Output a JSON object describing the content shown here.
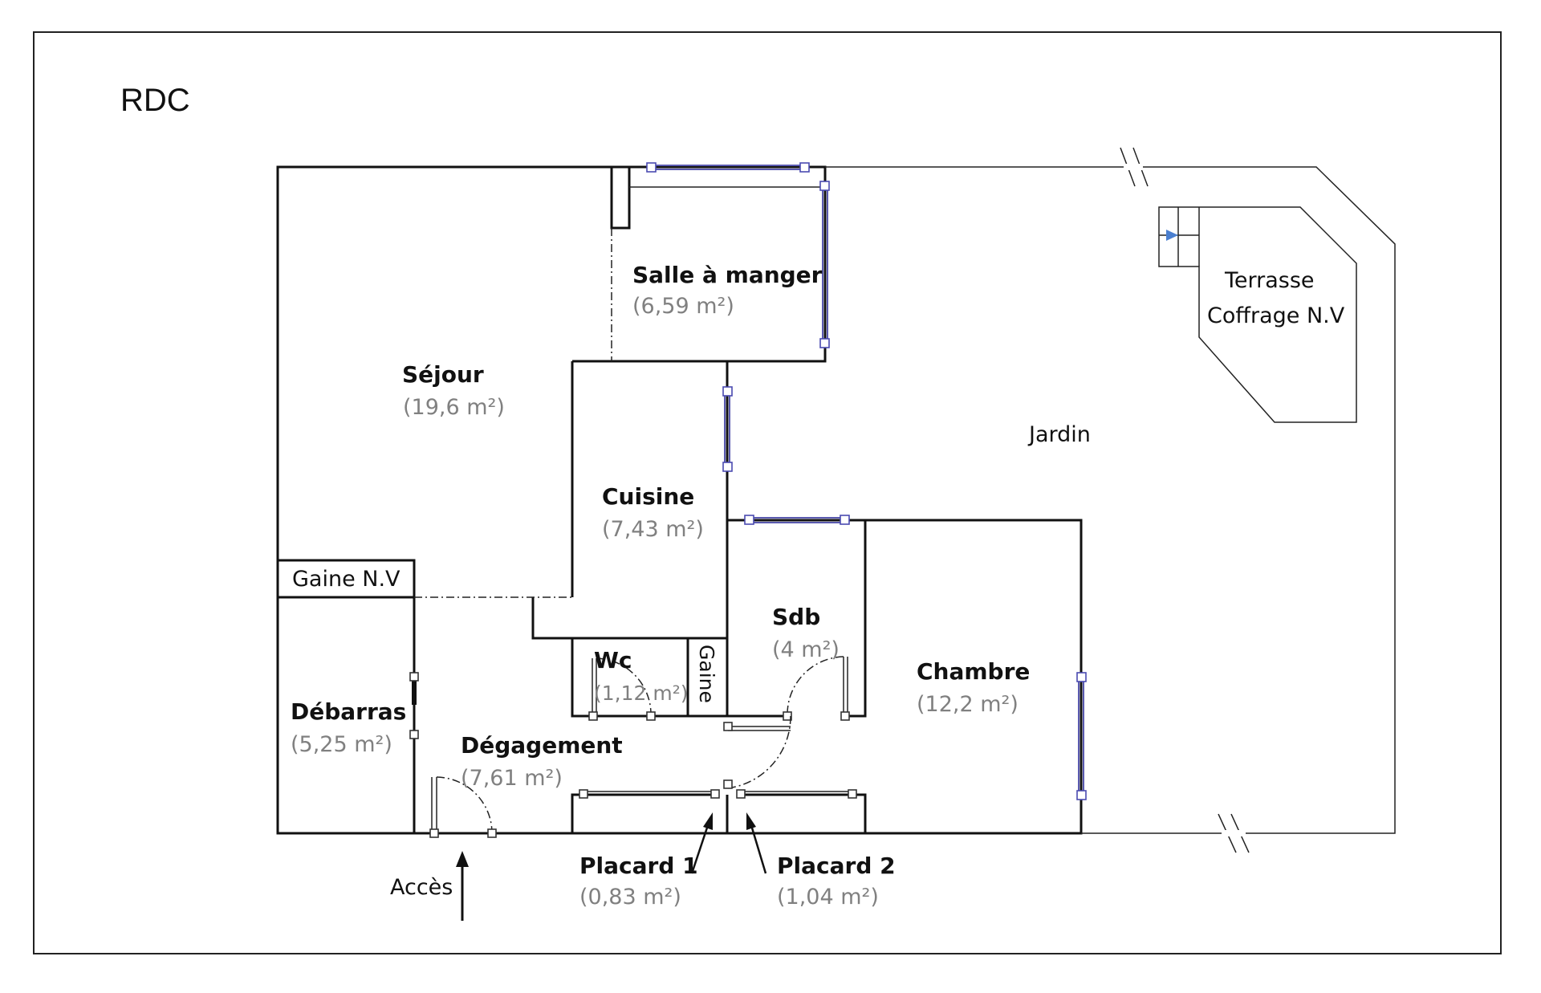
{
  "plan": {
    "level_label": "RDC",
    "rooms": [
      {
        "id": "sejour",
        "name": "Séjour",
        "area": "(19,6 m²)"
      },
      {
        "id": "salle",
        "name": "Salle à manger",
        "area": "(6,59 m²)"
      },
      {
        "id": "cuisine",
        "name": "Cuisine",
        "area": "(7,43 m²)"
      },
      {
        "id": "sdb",
        "name": "Sdb",
        "area": "(4 m²)"
      },
      {
        "id": "chambre",
        "name": "Chambre",
        "area": "(12,2 m²)"
      },
      {
        "id": "wc",
        "name": "Wc",
        "area": "(1,12 m²)"
      },
      {
        "id": "debarras",
        "name": "Débarras",
        "area": "(5,25 m²)"
      },
      {
        "id": "degagement",
        "name": "Dégagement",
        "area": "(7,61 m²)"
      },
      {
        "id": "placard1",
        "name": "Placard 1",
        "area": "(0,83 m²)"
      },
      {
        "id": "placard2",
        "name": "Placard 2",
        "area": "(1,04 m²)"
      }
    ],
    "labels": {
      "gaine_nv": "Gaine N.V",
      "gaine": "Gaine",
      "jardin": "Jardin",
      "terrasse_line1": "Terrasse",
      "terrasse_line2": "Coffrage N.V",
      "acces": "Accès"
    }
  }
}
